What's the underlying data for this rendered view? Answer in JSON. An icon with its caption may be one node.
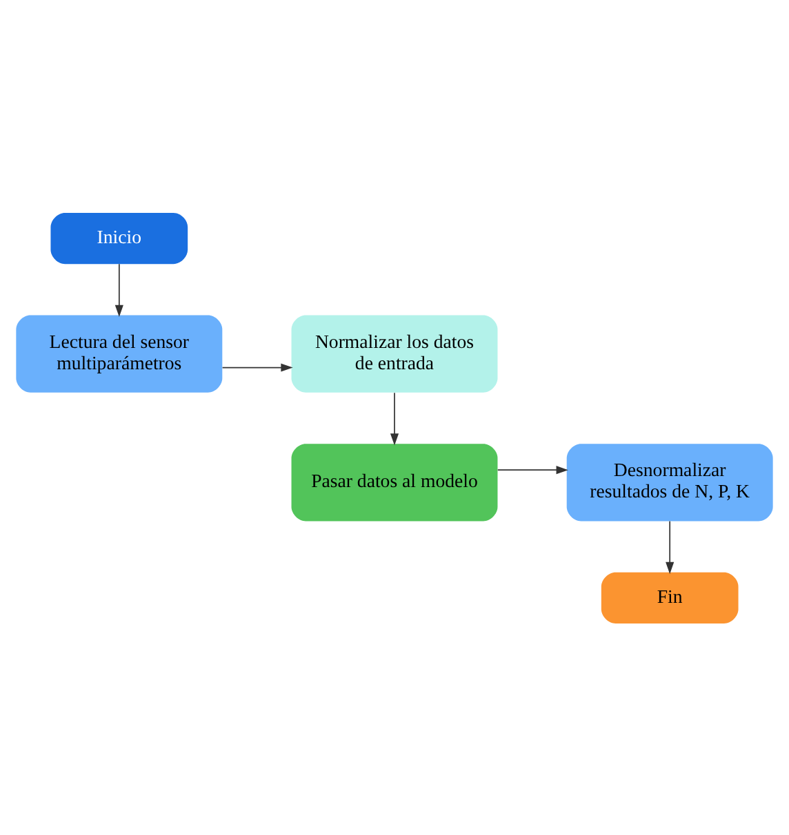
{
  "diagram": {
    "nodes": [
      {
        "text": [
          "Inicio"
        ]
      },
      {
        "text": [
          "Lectura del sensor multiparámetros"
        ]
      },
      {
        "text": [
          "Normalizar los datos de entrada"
        ]
      },
      {
        "text": [
          "Pasar datos al modelo"
        ]
      },
      {
        "text": [
          "Desnormalizar resultados de N, P, K"
        ]
      },
      {
        "text": [
          "Fin"
        ]
      }
    ],
    "edges": [
      {
        "from": 0,
        "to": 1,
        "arrow": "to"
      },
      {
        "from": 1,
        "to": 2,
        "arrow": "to"
      },
      {
        "from": 2,
        "to": 3,
        "arrow": "to"
      },
      {
        "from": 3,
        "to": 4,
        "arrow": "to"
      },
      {
        "from": 4,
        "to": 5,
        "arrow": "to"
      }
    ]
  }
}
